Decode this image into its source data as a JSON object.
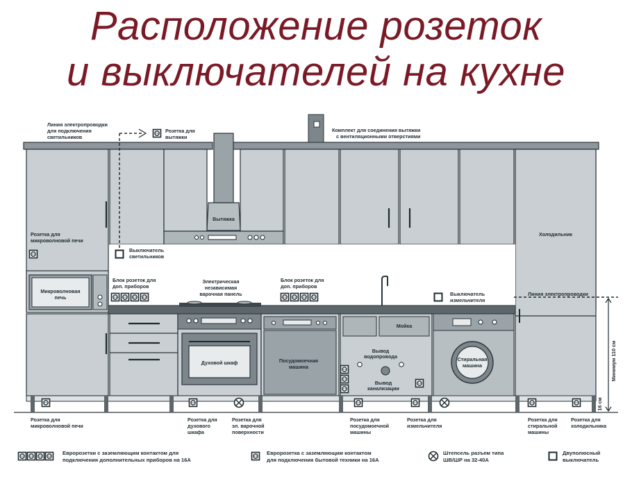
{
  "title": {
    "line1": "Расположение розеток",
    "line2": "и выключателей на кухне"
  },
  "diagram": {
    "top_labels": {
      "light_wiring_line": [
        "Линия электропроводки",
        "для подключения",
        "светильников"
      ],
      "hood_socket": [
        "Розетка для",
        "вытяжки"
      ],
      "hood_vent_kit": [
        "Комплект для соединения вытяжки",
        "с вентиляционными отверстиями"
      ]
    },
    "appliances": {
      "hood": "Вытяжка",
      "fridge": "Холодильник",
      "microwave": [
        "Микроволновая",
        "печь"
      ],
      "hob": [
        "Электрическая",
        "независимая",
        "варочная панель"
      ],
      "oven": "Духовой шкаф",
      "dishwasher": [
        "Посудомоечная",
        "машина"
      ],
      "sink": "Мойка",
      "washer": [
        "Стиральная",
        "машина"
      ]
    },
    "mid_labels": {
      "microwave_socket": [
        "Розетка для",
        "микроволновой печи"
      ],
      "light_switch": [
        "Выключатель",
        "светильников"
      ],
      "aux_block_left": [
        "Блок розеток для",
        "доп. приборов"
      ],
      "aux_block_right": [
        "Блок розеток для",
        "доп. приборов"
      ],
      "grinder_switch": [
        "Выключатель",
        "измельчителя"
      ],
      "wiring_line": "Линия электропроводки",
      "water_supply": [
        "Вывод",
        "водопровода"
      ],
      "sewer": [
        "Вывод",
        "канализации"
      ],
      "min_height": "Минимум 110 см",
      "small_height": "16 см"
    },
    "bottom_labels": {
      "microwave": [
        "Розетка для",
        "микроволновой печи"
      ],
      "oven": [
        "Розетка для",
        "духового",
        "шкафа"
      ],
      "hob": [
        "Розетка для",
        "эл. варочной",
        "поверхности"
      ],
      "dishwasher": [
        "Розетка для",
        "посудомоечной",
        "машины"
      ],
      "grinder": [
        "Розетка для",
        "измельчителя"
      ],
      "washer": [
        "Розетка для",
        "стиральной",
        "машины"
      ],
      "fridge": [
        "Розетка для",
        "холодильника"
      ]
    },
    "legend": [
      {
        "icon": "triple-euro-socket-icon",
        "text": [
          "Евророзетки с заземляющим контактом для",
          "подключения дополнительных приборов на 16А"
        ]
      },
      {
        "icon": "euro-socket-icon",
        "text": [
          "Евророзетка с заземляющим контактом",
          "для подключения бытовой техники на 16А"
        ]
      },
      {
        "icon": "power-plug-icon",
        "text": [
          "Штепсель разъем типа",
          "ШВ/ШР на 32-40А"
        ]
      },
      {
        "icon": "double-pole-switch-icon",
        "text": [
          "Двуполюсный",
          "выключатель"
        ]
      }
    ]
  }
}
